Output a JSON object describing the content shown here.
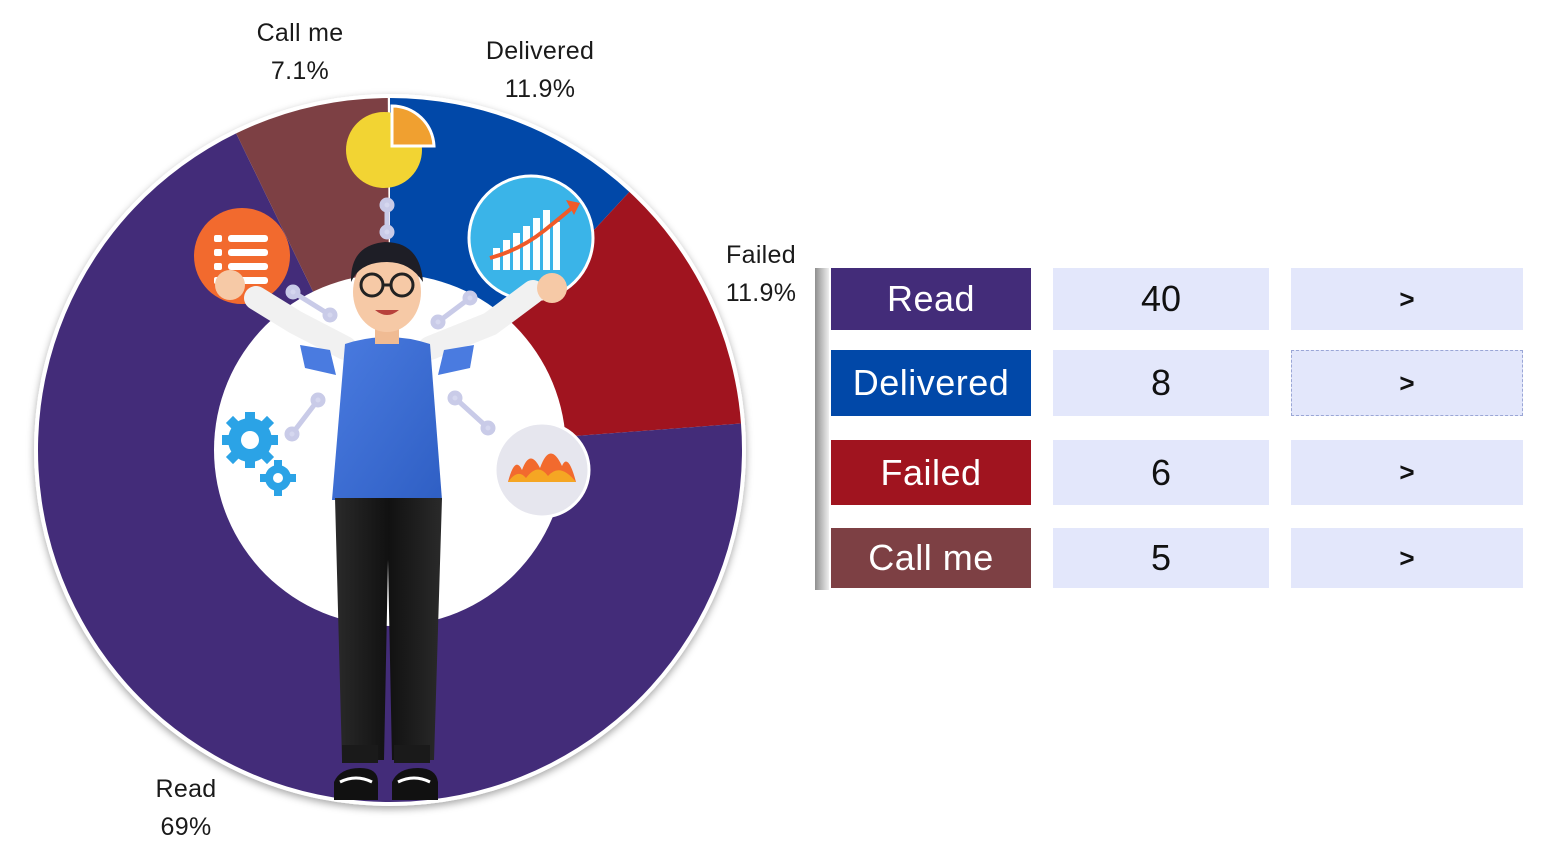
{
  "chart_data": {
    "type": "pie",
    "donut": true,
    "slices": [
      {
        "name": "Read",
        "value": 40,
        "percent": "69%",
        "color": "#432c79"
      },
      {
        "name": "Delivered",
        "value": 8,
        "percent": "11.9%",
        "color": "#0148a8"
      },
      {
        "name": "Failed",
        "value": 6,
        "percent": "11.9%",
        "color": "#a0141f"
      },
      {
        "name": "Call me",
        "value": 5,
        "percent": "7.1%",
        "color": "#7d4044"
      }
    ],
    "slice_order_clockwise_from_top": [
      "Delivered",
      "Failed",
      "Read",
      "Call me"
    ],
    "slice_percents_as_drawn": {
      "Read": 69.0,
      "Delivered": 11.9,
      "Failed": 11.9,
      "Call me": 7.1
    }
  },
  "table": {
    "rows": [
      {
        "label": "Read",
        "count": "40",
        "action": ">",
        "color": "#432c79"
      },
      {
        "label": "Delivered",
        "count": "8",
        "action": ">",
        "color": "#0148a8"
      },
      {
        "label": "Failed",
        "count": "6",
        "action": ">",
        "color": "#a0141f"
      },
      {
        "label": "Call me",
        "count": "5",
        "action": ">",
        "color": "#7d4044"
      }
    ]
  },
  "illustration": {
    "subject": "person-with-analytics-icons",
    "icons": [
      "pie-chart-icon",
      "list-icon",
      "bar-chart-growth-icon",
      "gears-icon",
      "area-chart-icon"
    ]
  }
}
